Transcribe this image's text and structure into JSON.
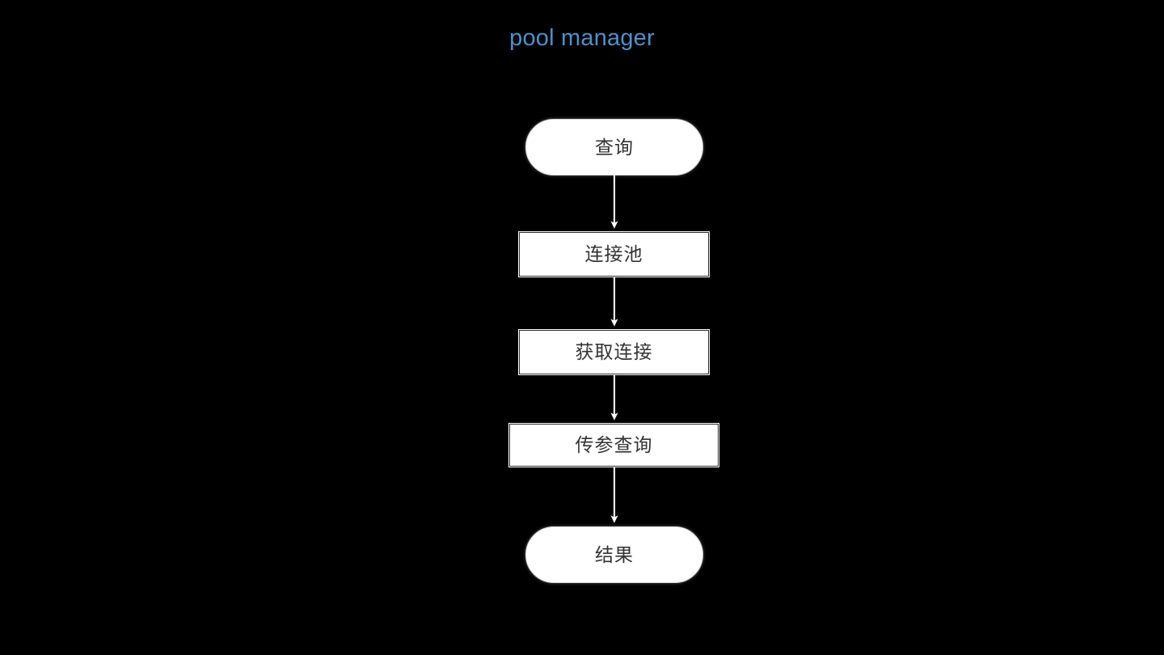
{
  "diagram": {
    "title": "pool manager",
    "title_color": "#4e90c8",
    "background_color": "#000000",
    "type": "flowchart",
    "direction": "top-to-bottom",
    "node_fill": "#ffffff",
    "node_text_color": "#333333",
    "edge_color": "#ffffff",
    "nodes": [
      {
        "id": "query",
        "label": "查询",
        "shape": "stadium"
      },
      {
        "id": "pool",
        "label": "连接池",
        "shape": "rectangle"
      },
      {
        "id": "acquire",
        "label": "获取连接",
        "shape": "rectangle"
      },
      {
        "id": "params",
        "label": "传参查询",
        "shape": "rectangle"
      },
      {
        "id": "result",
        "label": "结果",
        "shape": "stadium"
      }
    ],
    "edges": [
      {
        "from": "query",
        "to": "pool",
        "label": "",
        "arrow": "filled"
      },
      {
        "from": "pool",
        "to": "acquire",
        "label": "",
        "arrow": "filled"
      },
      {
        "from": "acquire",
        "to": "params",
        "label": "",
        "arrow": "filled"
      },
      {
        "from": "params",
        "to": "result",
        "label": "",
        "arrow": "filled"
      }
    ]
  }
}
